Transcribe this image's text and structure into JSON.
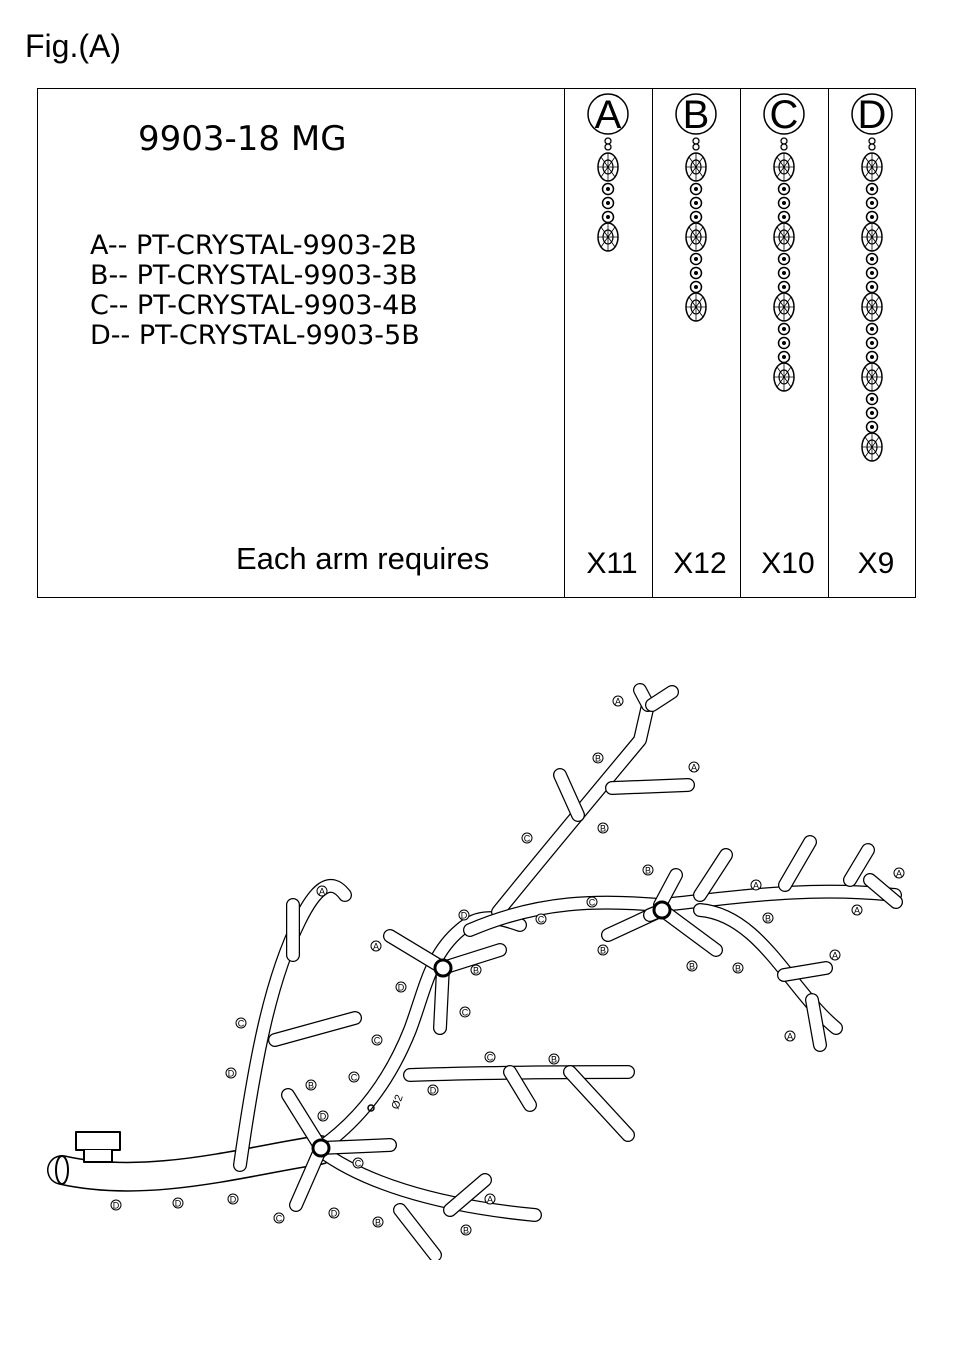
{
  "figure_title": "Fig.(A)",
  "model": "9903-18 MG",
  "parts": [
    "A-- PT-CRYSTAL-9903-2B",
    "B-- PT-CRYSTAL-9903-3B",
    "C-- PT-CRYSTAL-9903-4B",
    "D-- PT-CRYSTAL-9903-5B"
  ],
  "each_arm_label": "Each arm requires",
  "columns": [
    {
      "letter": "A",
      "count": "X11",
      "large_beads": 2
    },
    {
      "letter": "B",
      "count": "X12",
      "large_beads": 3
    },
    {
      "letter": "C",
      "count": "X10",
      "large_beads": 4
    },
    {
      "letter": "D",
      "count": "X9",
      "large_beads": 5
    }
  ],
  "diagram_label": "Ø2",
  "colors": {
    "line": "#000000",
    "background": "#ffffff"
  }
}
